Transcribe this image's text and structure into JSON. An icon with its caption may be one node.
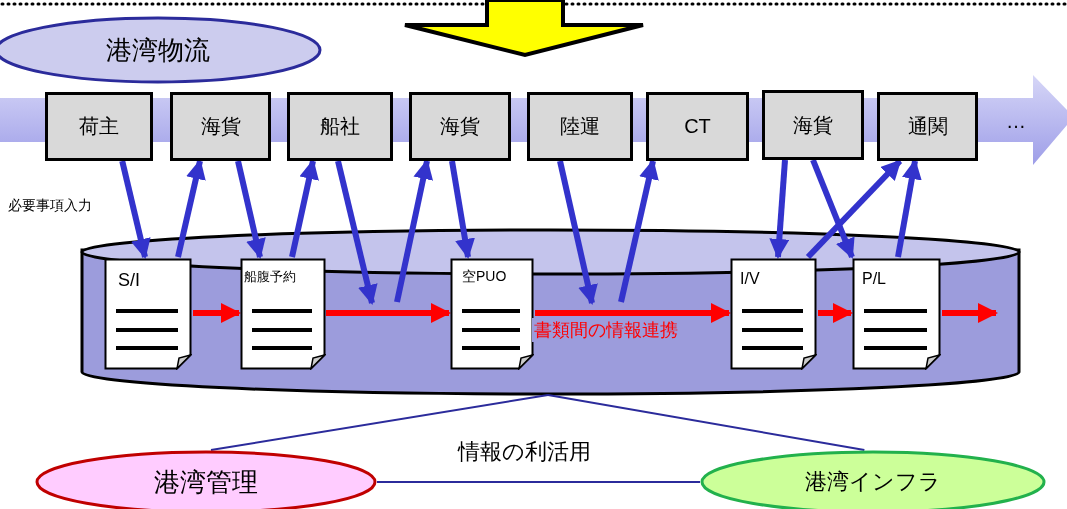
{
  "diagram": {
    "nodes": [
      {
        "text": [
          "港湾物流"
        ]
      },
      {
        "text": [
          "荷主"
        ]
      },
      {
        "text": [
          "海貨"
        ]
      },
      {
        "text": [
          "船社"
        ]
      },
      {
        "text": [
          "海貨"
        ]
      },
      {
        "text": [
          "陸運"
        ]
      },
      {
        "text": [
          "CT"
        ]
      },
      {
        "text": [
          "海貨"
        ]
      },
      {
        "text": [
          "通関"
        ]
      },
      {
        "text": [],
        "shape": "cylinder"
      },
      {
        "text": [
          "S/I"
        ],
        "in": 9
      },
      {
        "text": [
          "船腹予約"
        ],
        "in": 9
      },
      {
        "text": [
          "空PUO"
        ],
        "in": 9
      },
      {
        "text": [
          "I/V"
        ],
        "in": 9
      },
      {
        "text": [
          "P/L"
        ],
        "in": 9
      },
      {
        "text": [
          "港湾管理"
        ]
      },
      {
        "text": [
          "港湾インフラ"
        ]
      }
    ],
    "edges": [
      {
        "from": 1,
        "to": 10,
        "arrow": "to"
      },
      {
        "from": 10,
        "to": 2,
        "arrow": "to"
      },
      {
        "from": 2,
        "to": 11,
        "arrow": "to"
      },
      {
        "from": 11,
        "to": 3,
        "arrow": "to"
      },
      {
        "from": 3,
        "to": 9,
        "arrow": "to"
      },
      {
        "from": 9,
        "to": 4,
        "arrow": "to"
      },
      {
        "from": 4,
        "to": 12,
        "arrow": "to"
      },
      {
        "from": 5,
        "to": 9,
        "arrow": "to"
      },
      {
        "from": 9,
        "to": 6,
        "arrow": "to"
      },
      {
        "from": 7,
        "to": 13,
        "arrow": "to"
      },
      {
        "from": 7,
        "to": 14,
        "arrow": "to"
      },
      {
        "from": 13,
        "to": 8,
        "arrow": "to"
      },
      {
        "from": 14,
        "to": 8,
        "arrow": "to"
      },
      {
        "from": 10,
        "to": 11,
        "arrow": "to",
        "color": "#ff0000"
      },
      {
        "from": 11,
        "to": 12,
        "arrow": "to",
        "color": "#ff0000"
      },
      {
        "from": 12,
        "to": 13,
        "arrow": "to",
        "color": "#ff0000",
        "label": "書類間の情報連携"
      },
      {
        "from": 13,
        "to": 14,
        "arrow": "to",
        "color": "#ff0000"
      },
      {
        "from": 14,
        "to": null,
        "arrow": "to",
        "color": "#ff0000"
      },
      {
        "from": 15,
        "to": 9,
        "arrow": "none",
        "color": "#2b2b9b"
      },
      {
        "from": 16,
        "to": 9,
        "arrow": "none",
        "color": "#2b2b9b"
      },
      {
        "from": 15,
        "to": 16,
        "arrow": "none",
        "color": "#2b2b9b",
        "label": "情報の利活用"
      }
    ],
    "labels": [
      "必要事項入力",
      "…"
    ]
  }
}
